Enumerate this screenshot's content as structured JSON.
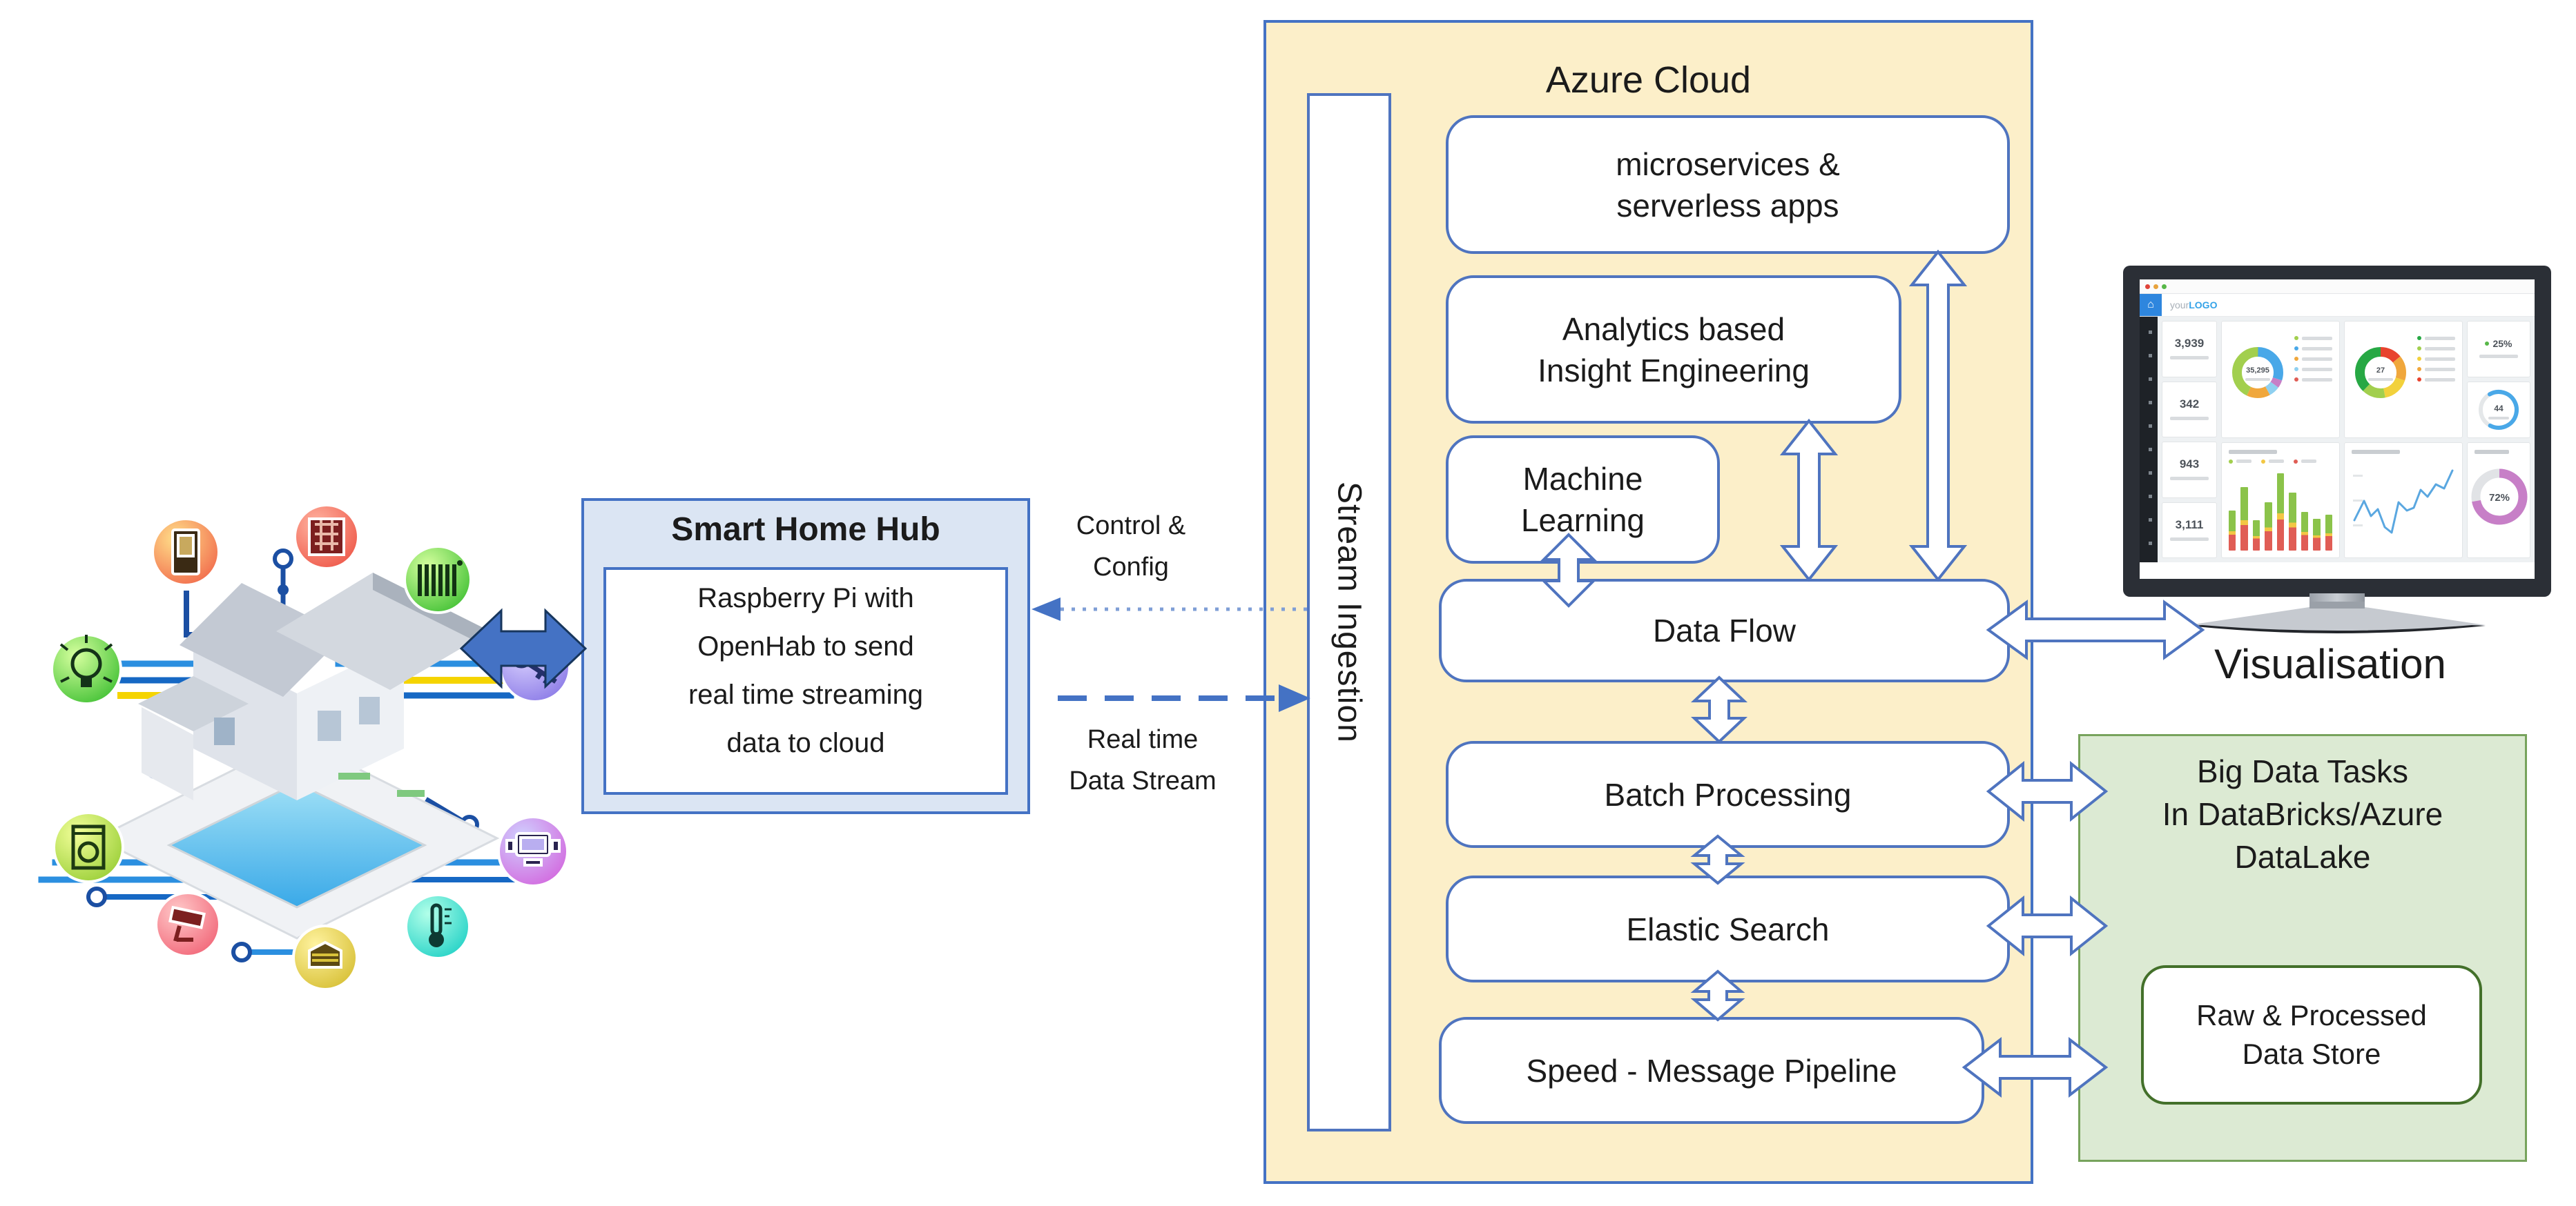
{
  "hub": {
    "title": "Smart Home Hub",
    "body_line1": "Raspberry Pi with",
    "body_line2": "OpenHab to send",
    "body_line3": "real time streaming",
    "body_line4": "data to cloud"
  },
  "connectors": {
    "control_line1": "Control &",
    "control_line2": "Config",
    "realtime_line1": "Real time",
    "realtime_line2": "Data Stream"
  },
  "azure": {
    "title": "Azure Cloud",
    "stream_ingestion": "Stream Ingestion",
    "microservices_line1": "microservices &",
    "microservices_line2": "serverless apps",
    "analytics_line1": "Analytics based",
    "analytics_line2": "Insight Engineering",
    "ml_line1": "Machine",
    "ml_line2": "Learning",
    "data_flow": "Data Flow",
    "batch": "Batch Processing",
    "elastic": "Elastic Search",
    "speed": "Speed - Message Pipeline"
  },
  "bigdata": {
    "line1": "Big Data Tasks",
    "line2": "In DataBricks/Azure",
    "line3": "DataLake",
    "store_line1": "Raw & Processed",
    "store_line2": "Data Store"
  },
  "visualisation": {
    "label": "Visualisation",
    "monitor": {
      "logo_prefix": "your",
      "logo_suffix": "LOGO",
      "home_glyph": "⌂",
      "stats": [
        "3,939",
        "342",
        "943",
        "3,111"
      ],
      "donut1_value": "35,295",
      "donut2_value": "27",
      "percent_change": "25%",
      "flow_value": "44",
      "score_value": "72%"
    }
  },
  "illustration": {
    "device_icons": [
      "lightbulb-icon",
      "door-icon",
      "window-icon",
      "radiator-icon",
      "key-icon",
      "washing-machine-icon",
      "cctv-camera-icon",
      "garage-icon",
      "thermometer-icon",
      "computer-icon"
    ]
  },
  "colors": {
    "azure_fill": "#fcefc9",
    "azure_border": "#4472c4",
    "box_border": "#4f74bf",
    "box_fill": "#ffffff",
    "hub_fill": "#dbe5f3",
    "hub_border": "#4472c4",
    "green_fill": "#dcead3",
    "green_border": "#77a35c",
    "store_border": "#43702a",
    "arrow_blue": "#4472c4",
    "text": "#1b1b1b",
    "logo_blue": "#35a3e8",
    "monitor_frame": "#2b2f36",
    "donut_purple": "#c77fc7",
    "line_blue": "#5aa7e0",
    "bar_green": "#8bc34a",
    "bar_yellow": "#f2c744",
    "bar_red": "#e05d55"
  }
}
